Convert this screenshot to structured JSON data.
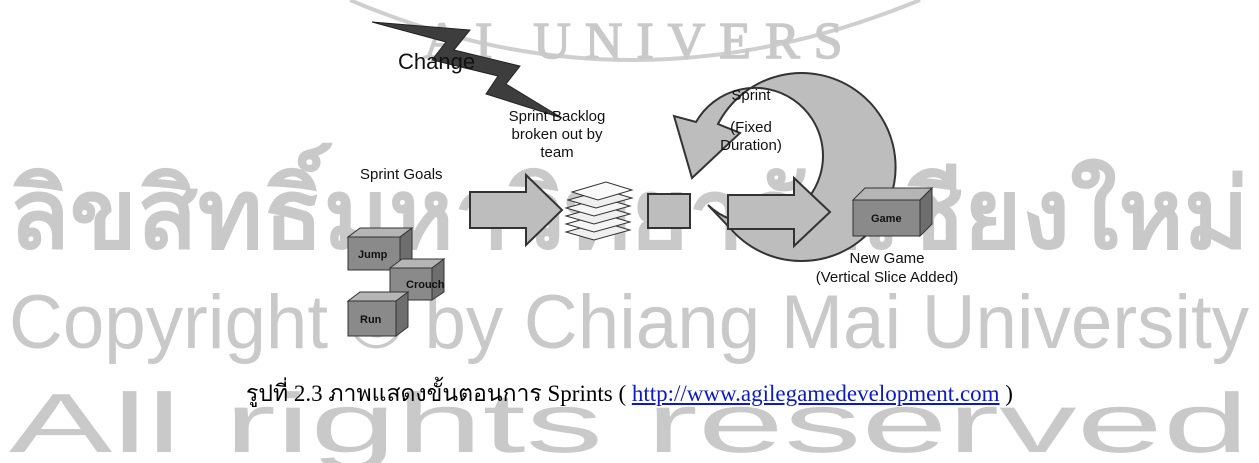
{
  "watermark": {
    "line1": "ลิขสิทธิ์มหาวิทยาลัยเชียงใหม่",
    "line2": "Copyright © by Chiang Mai University",
    "line3": "All rights reserved"
  },
  "diagram": {
    "change_label": "Change",
    "sprint_goals_label": "Sprint Goals",
    "backlog_label_lines": [
      "Sprint Backlog",
      "broken out by",
      "team"
    ],
    "sprint_label_lines": [
      "Sprint",
      "(Fixed",
      "Duration)"
    ],
    "goal_boxes": [
      "Jump",
      "Crouch",
      "Run"
    ],
    "game_box": "Game",
    "new_game_lines": [
      "New Game",
      "(Vertical Slice Added)"
    ]
  },
  "caption": {
    "prefix": "รูปที่ 2.3 ภาพแสดงขั้นตอนการ Sprints (",
    "link": "http://www.agilegamedevelopment.com",
    "suffix": ")"
  },
  "colors": {
    "arrow_fill": "#bdbdbd",
    "box_front": "#8a8a8a",
    "box_top": "#b5b5b5",
    "box_side": "#6e6e6e",
    "link": "#0b19c9"
  }
}
